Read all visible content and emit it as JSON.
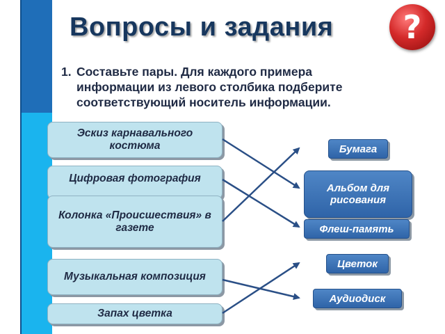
{
  "title": "Вопросы и задания",
  "badge_symbol": "?",
  "task": {
    "number": "1.",
    "lines": [
      "Составьте пары. Для каждого примера",
      "информации из левого столбика подберите",
      "соответствующий носитель информации."
    ]
  },
  "left_items": [
    "Эскиз карнавального костюма",
    "Цифровая фотография",
    "Колонка «Происшествия» в газете",
    "Музыкальная композиция",
    "Запах цветка"
  ],
  "right_items": [
    "Бумага",
    "Альбом для рисования",
    "Флеш-память",
    "Цветок",
    "Аудиодиск"
  ],
  "colors": {
    "stripe_dark": "#1f6eb8",
    "stripe_light": "#1ab4ee",
    "title": "#17375e",
    "info_box": "#bfe3ee",
    "carrier_tag": "#3a72b8",
    "arrow": "#2a4f86",
    "badge": "#d42a2a"
  }
}
